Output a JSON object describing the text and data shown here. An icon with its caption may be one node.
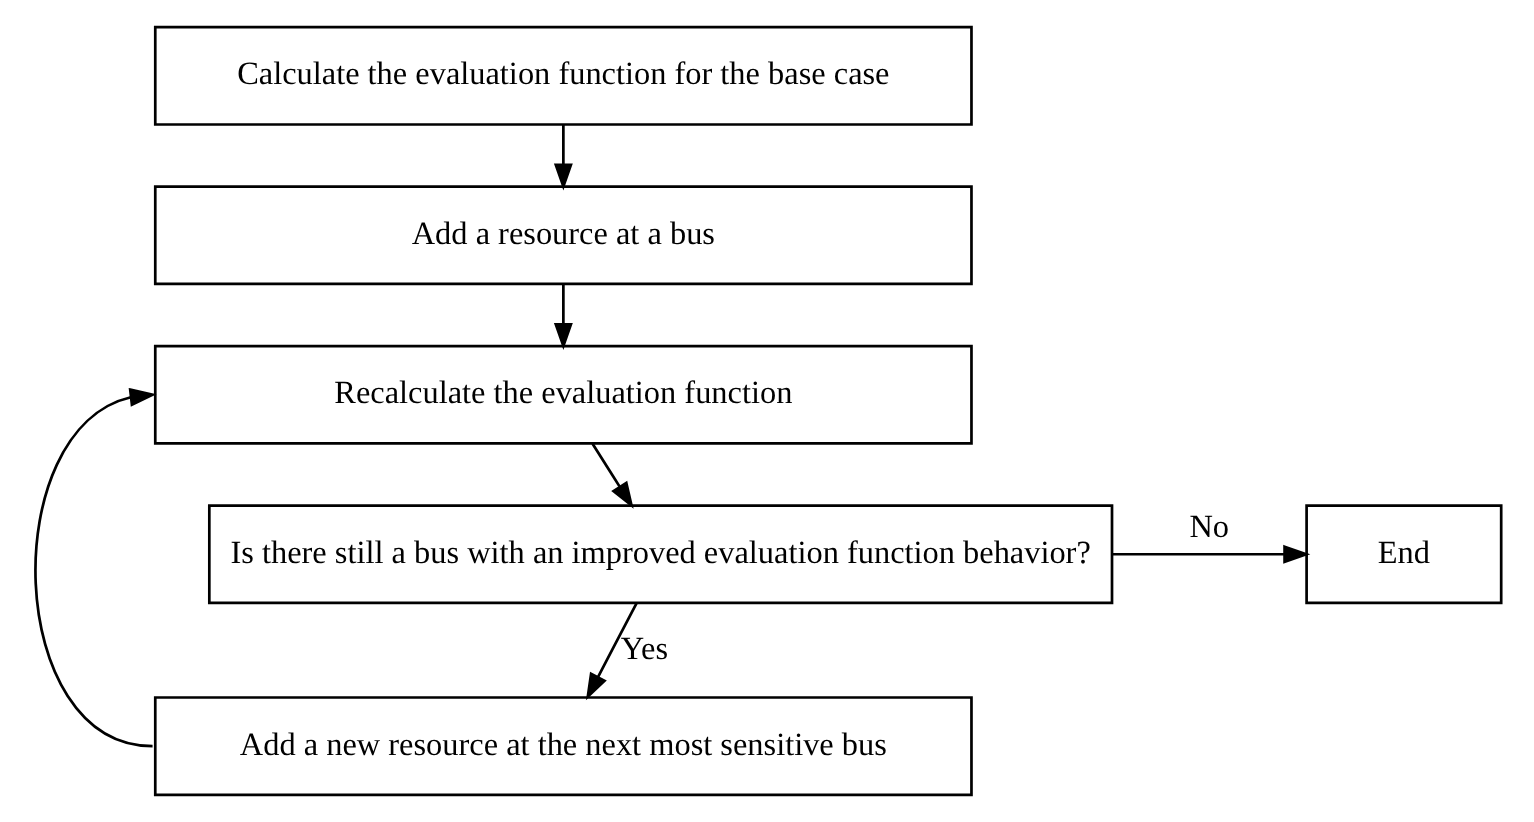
{
  "diagram": {
    "nodes": [
      {
        "text": [
          "Calculate the evaluation function for the base case"
        ]
      },
      {
        "text": [
          "Add a resource at a bus"
        ]
      },
      {
        "text": [
          "Recalculate the evaluation function"
        ]
      },
      {
        "text": [
          "Is there still a bus with an improved evaluation function behavior?"
        ]
      },
      {
        "text": [
          "End"
        ]
      },
      {
        "text": [
          "Add a new resource at the next most sensitive bus"
        ]
      }
    ],
    "edges": [
      {
        "from": 0,
        "to": 1,
        "arrow": "to"
      },
      {
        "from": 1,
        "to": 2,
        "arrow": "to"
      },
      {
        "from": 2,
        "to": 3,
        "arrow": "to"
      },
      {
        "from": 3,
        "to": 4,
        "arrow": "to",
        "label": "No"
      },
      {
        "from": 3,
        "to": 5,
        "arrow": "to",
        "label": "Yes"
      },
      {
        "from": 5,
        "to": 2,
        "arrow": "to"
      }
    ]
  }
}
